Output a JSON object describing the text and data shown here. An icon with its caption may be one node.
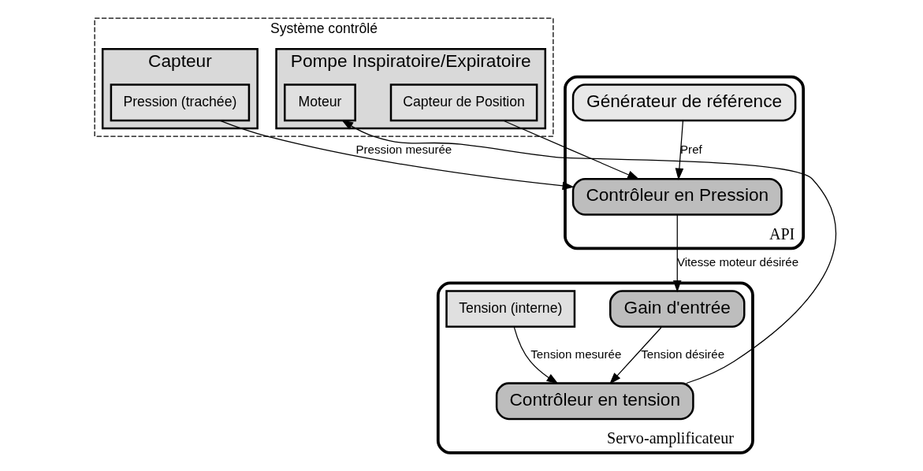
{
  "diagram": {
    "nodes": [
      {
        "text": [
          "Système contrôlé"
        ]
      },
      {
        "text": [
          "Capteur"
        ],
        "in": 0
      },
      {
        "text": [
          "Pression (trachée)"
        ],
        "in": 1
      },
      {
        "text": [
          "Pompe Inspiratoire/Expiratoire"
        ],
        "in": 0
      },
      {
        "text": [
          "Capteur de Position"
        ],
        "in": 3
      },
      {
        "text": [
          "Moteur"
        ],
        "in": 3
      },
      {
        "text": [
          "API"
        ]
      },
      {
        "text": [
          "Générateur de référence"
        ],
        "in": 6
      },
      {
        "text": [
          "Contrôleur en Pression"
        ],
        "in": 6
      },
      {
        "text": [
          "Servo-amplificateur"
        ]
      },
      {
        "text": [
          "Gain d'entrée"
        ],
        "in": 9
      },
      {
        "text": [
          "Tension (interne)"
        ],
        "in": 9
      },
      {
        "text": [
          "Contrôleur en tension"
        ],
        "in": 9
      }
    ],
    "edges": [
      {
        "from": 2,
        "to": 8,
        "arrow": "to",
        "label": "Pression mesurée"
      },
      {
        "from": 4,
        "to": 8,
        "arrow": "to"
      },
      {
        "from": 7,
        "to": 8,
        "arrow": "to",
        "label": "Pref"
      },
      {
        "from": 8,
        "to": 10,
        "arrow": "to",
        "label": "Vitesse moteur désirée"
      },
      {
        "from": 11,
        "to": 12,
        "arrow": "to",
        "label": "Tension mesurée"
      },
      {
        "from": 10,
        "to": 12,
        "arrow": "to",
        "label": "Tension désirée"
      },
      {
        "from": 12,
        "to": 5,
        "arrow": "to"
      }
    ]
  }
}
